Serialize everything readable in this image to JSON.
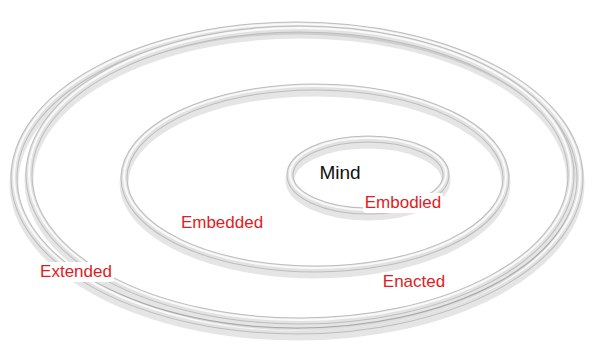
{
  "diagram": {
    "nodes": [
      {
        "text": [
          "Extended"
        ]
      },
      {
        "text": [
          "Enacted"
        ],
        "in": 0
      },
      {
        "text": [
          "Embedded"
        ],
        "in": 1
      },
      {
        "text": [
          "Mind",
          "Embodied"
        ],
        "in": 2
      }
    ]
  }
}
